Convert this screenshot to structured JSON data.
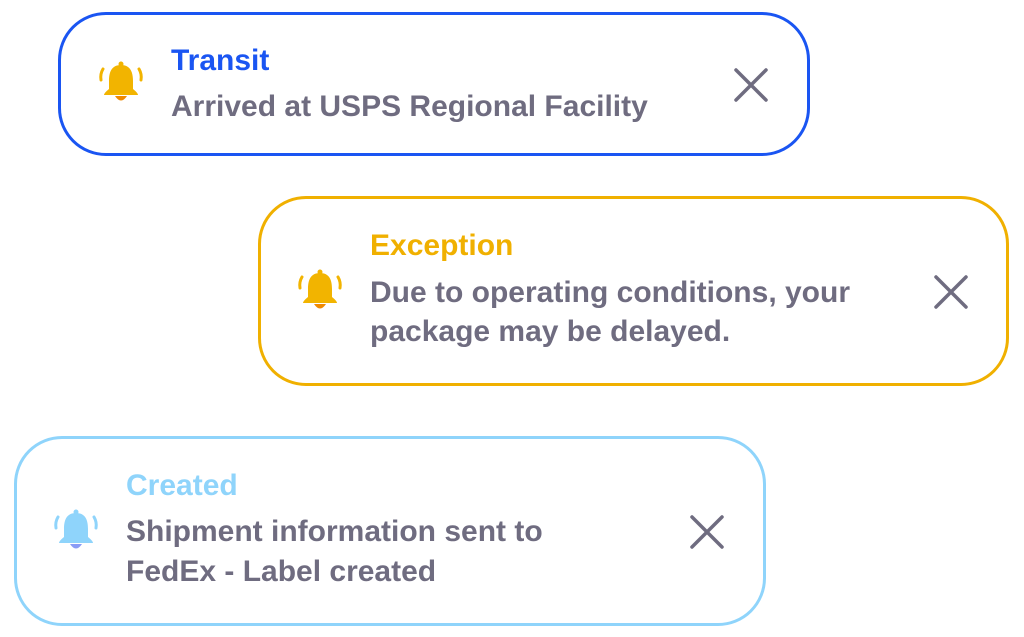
{
  "notifications": [
    {
      "status": "Transit",
      "lines": [
        "Arrived at USPS Regional Facility"
      ],
      "accent": "#1a55f2",
      "bell_color": "#f2b400",
      "clapper_color": "#f08a00",
      "icon": "bell-icon",
      "close_icon": "close-icon"
    },
    {
      "status": "Exception",
      "lines": [
        "Due to operating conditions, your",
        "package may be delayed."
      ],
      "accent": "#f0b000",
      "bell_color": "#f2b400",
      "clapper_color": "#f08a00",
      "icon": "bell-icon",
      "close_icon": "close-icon"
    },
    {
      "status": "Created",
      "lines": [
        "Shipment information sent to",
        "FedEx - Label created"
      ],
      "accent": "#8fd4fb",
      "bell_color": "#8fd4fb",
      "clapper_color": "#8a9cf5",
      "icon": "bell-icon",
      "close_icon": "close-icon"
    }
  ]
}
